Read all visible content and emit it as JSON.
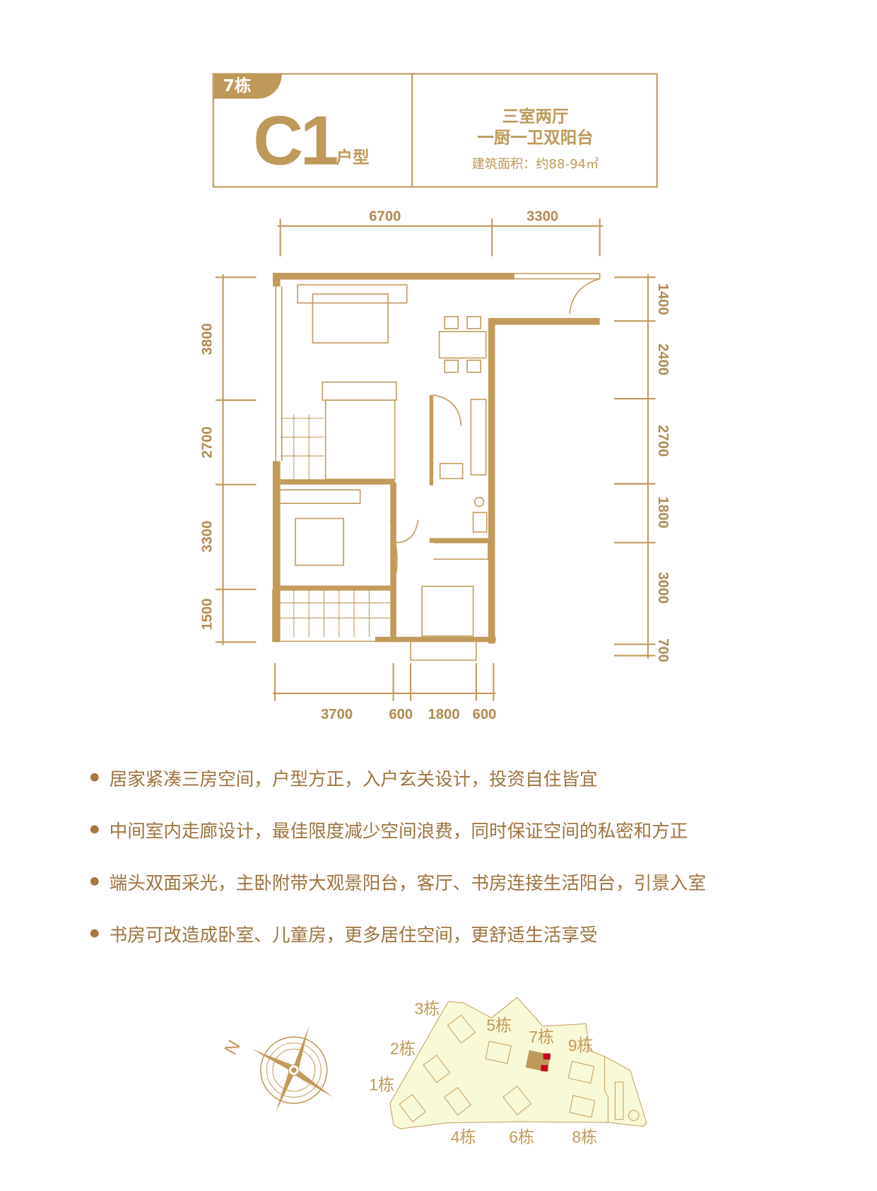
{
  "header": {
    "building": "7栋",
    "unit_code": "C1",
    "unit_suffix": "户型",
    "layout_line1": "三室两厅",
    "layout_line2": "一厨一卫双阳台",
    "area": "建筑面积：约88-94㎡"
  },
  "dimensions": {
    "top": [
      "6700",
      "3300"
    ],
    "left": [
      "3800",
      "2700",
      "3300",
      "1500"
    ],
    "right": [
      "1400",
      "2400",
      "2700",
      "1800",
      "3000",
      "700"
    ],
    "bottom": [
      "3700",
      "600",
      "1800",
      "600"
    ]
  },
  "features": [
    "居家紧凑三房空间，户型方正，入户玄关设计，投资自住皆宜",
    "中间室内走廊设计，最佳限度减少空间浪费，同时保证空间的私密和方正",
    "端头双面采光，主卧附带大观景阳台，客厅、书房连接生活阳台，引景入室",
    "书房可改造成卧室、儿童房，更多居住空间，更舒适生活享受"
  ],
  "compass": {
    "north_label": "N"
  },
  "site_map": {
    "labels": [
      "1栋",
      "2栋",
      "3栋",
      "4栋",
      "5栋",
      "6栋",
      "7栋",
      "8栋",
      "9栋"
    ],
    "highlight_color": "#C8001E",
    "fill_color": "#F8F9D6"
  },
  "colors": {
    "gold": "#C29A5A",
    "text": "#9E7440"
  }
}
